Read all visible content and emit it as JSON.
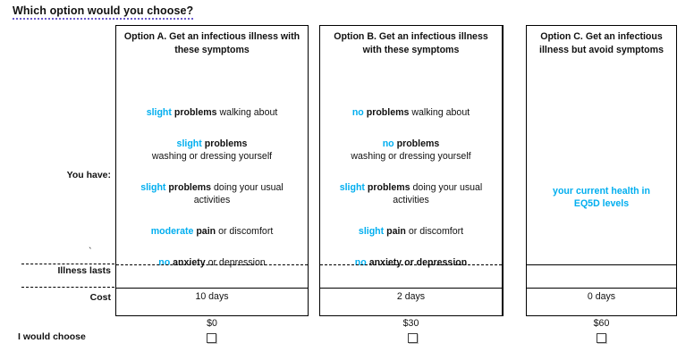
{
  "page": {
    "title": "Which option would you choose?",
    "title_has_spellcheck_underline": true
  },
  "row_labels": {
    "you_have": "You have:",
    "illness_lasts": "Illness lasts",
    "cost": "Cost",
    "i_would_choose": "I would choose",
    "stray_tick": "`"
  },
  "colors": {
    "accent_blue": "#00AEEF",
    "border": "#000000",
    "text": "#111111",
    "spellcheck_underline": "#6A5ACD"
  },
  "options": [
    {
      "id": "A",
      "header": "Option A. Get an infectious illness with these symptoms",
      "symptoms": [
        {
          "level": "slight",
          "bold_part": "problems",
          "rest": "walking about",
          "second_line": ""
        },
        {
          "level": "slight",
          "bold_part": "problems",
          "rest": "",
          "second_line": "washing or dressing yourself"
        },
        {
          "level": "slight",
          "bold_part": "problems",
          "rest": "doing your usual",
          "second_line": "activities"
        },
        {
          "level": "moderate",
          "bold_part": "pain",
          "rest": "or discomfort",
          "second_line": ""
        },
        {
          "level": "no",
          "bold_part": "anxiety",
          "rest": "or depression",
          "second_line": ""
        }
      ],
      "illness_lasts": "10 days",
      "cost": "$0",
      "checkbox_checked": false,
      "top_divider_style": "dashed"
    },
    {
      "id": "B",
      "header": "Option B.  Get an infectious illness with these symptoms",
      "symptoms": [
        {
          "level": "no",
          "bold_part": "problems",
          "rest": "walking about",
          "second_line": ""
        },
        {
          "level": "no",
          "bold_part": "problems",
          "rest": "",
          "second_line": "washing or dressing yourself"
        },
        {
          "level": "slight",
          "bold_part": "problems",
          "rest": "doing your usual",
          "second_line": "activities"
        },
        {
          "level": "slight",
          "bold_part": "pain",
          "rest": "or discomfort",
          "second_line": ""
        },
        {
          "level": "no",
          "bold_part": "anxiety or depression",
          "rest": "",
          "second_line": ""
        }
      ],
      "illness_lasts": "2 days",
      "cost": "$30",
      "checkbox_checked": false,
      "top_divider_style": "dashed"
    },
    {
      "id": "C",
      "header": "Option C. Get an infectious illness but avoid symptoms",
      "statement": "your current health in EQ5D levels",
      "illness_lasts": "0 days",
      "cost": "$60",
      "checkbox_checked": false,
      "top_divider_style": "solid"
    }
  ]
}
